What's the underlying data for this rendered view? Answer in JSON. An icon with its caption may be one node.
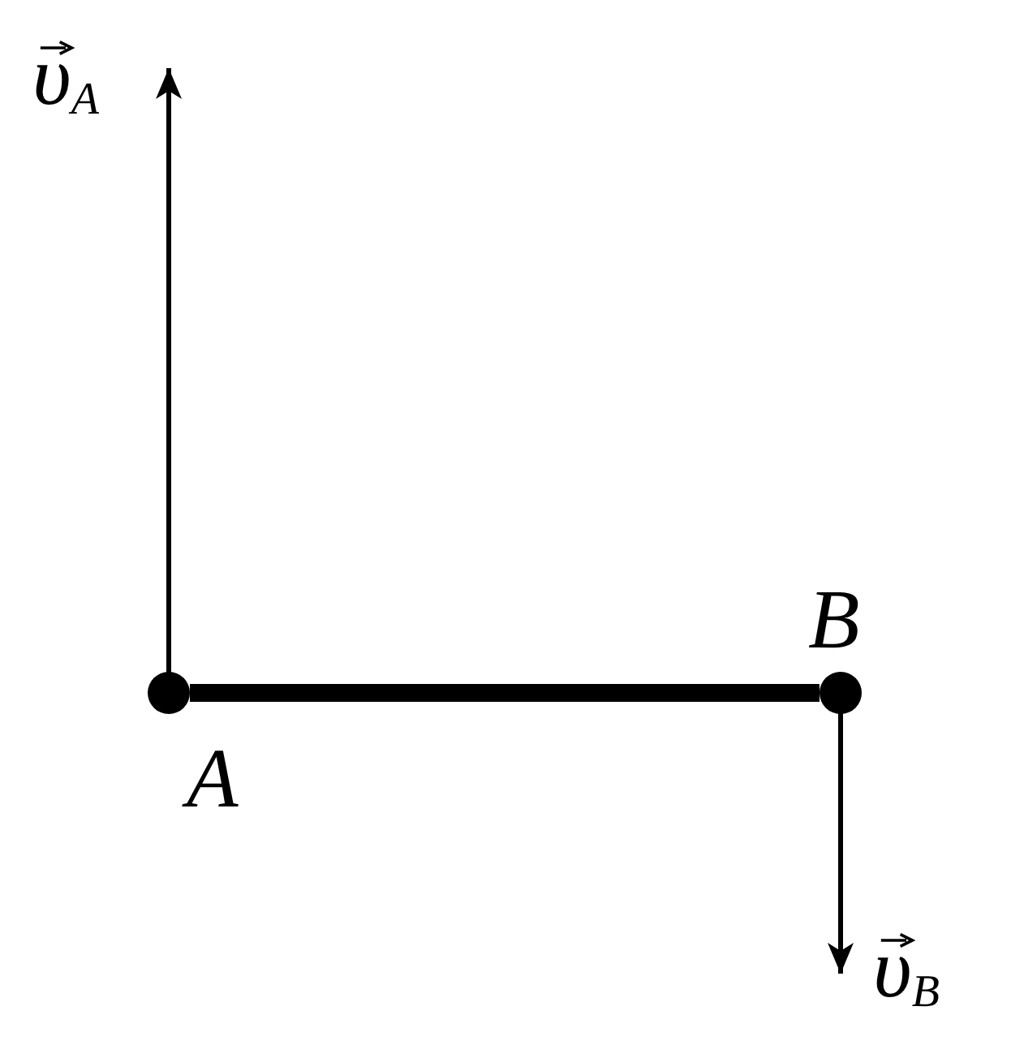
{
  "diagram": {
    "nodes": [
      {
        "text": [],
        "shape": "circle",
        "beside": [
          "A"
        ]
      },
      {
        "text": [],
        "shape": "circle",
        "beside": [
          "B"
        ]
      }
    ],
    "edges": [
      {
        "from": 0,
        "to": 1,
        "arrow": "none"
      }
    ],
    "labels": [
      "υ$_{A}$",
      "υ$_{B}$"
    ]
  }
}
